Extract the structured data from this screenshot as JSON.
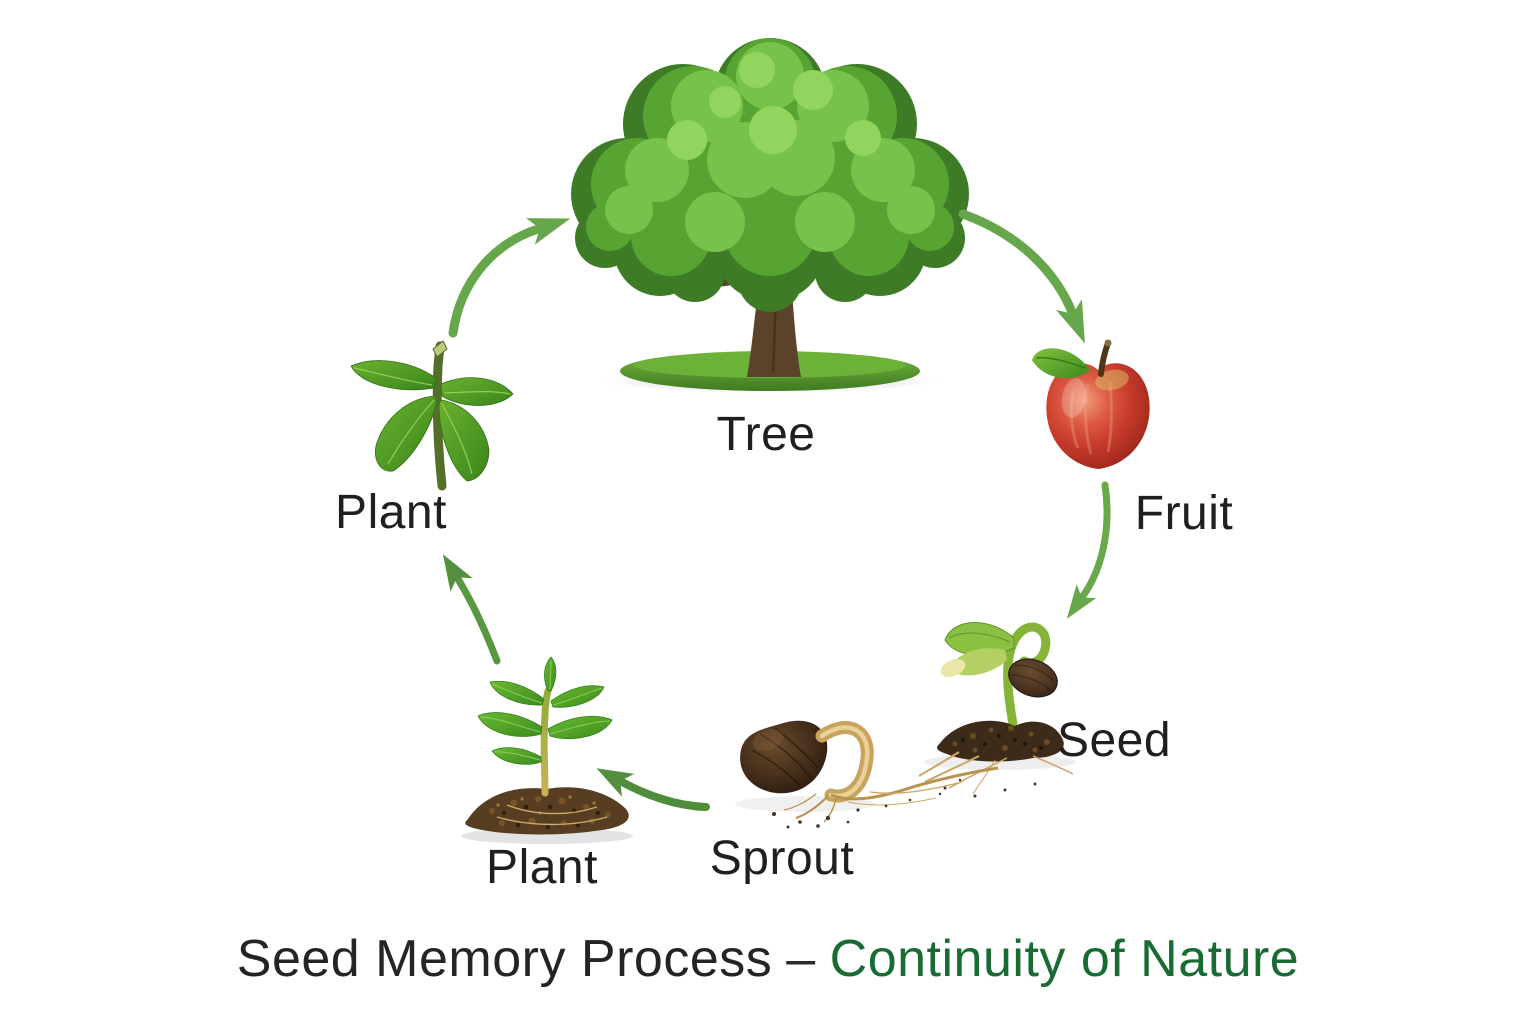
{
  "title": {
    "main": "Seed Memory Process",
    "separator": "–",
    "accent": "Continuity of Nature"
  },
  "nodes": {
    "tree": {
      "label": "Tree"
    },
    "fruit": {
      "label": "Fruit"
    },
    "seed": {
      "label": "Seed"
    },
    "sprout": {
      "label": "Sprout"
    },
    "plant_bottom": {
      "label": "Plant"
    },
    "plant_left": {
      "label": "Plant"
    }
  },
  "arrows": [
    {
      "from": "plant_left",
      "to": "tree"
    },
    {
      "from": "tree",
      "to": "fruit"
    },
    {
      "from": "fruit",
      "to": "seed"
    },
    {
      "from": "sprout",
      "to": "plant_bottom"
    },
    {
      "from": "plant_bottom",
      "to": "plant_left"
    }
  ],
  "colors": {
    "background": "#ffffff",
    "arrow_green": "#67a74b",
    "arrow_dark_green": "#538f3e",
    "label_text": "#1f1f1f",
    "title_text": "#242424",
    "title_accent": "#176b33"
  }
}
